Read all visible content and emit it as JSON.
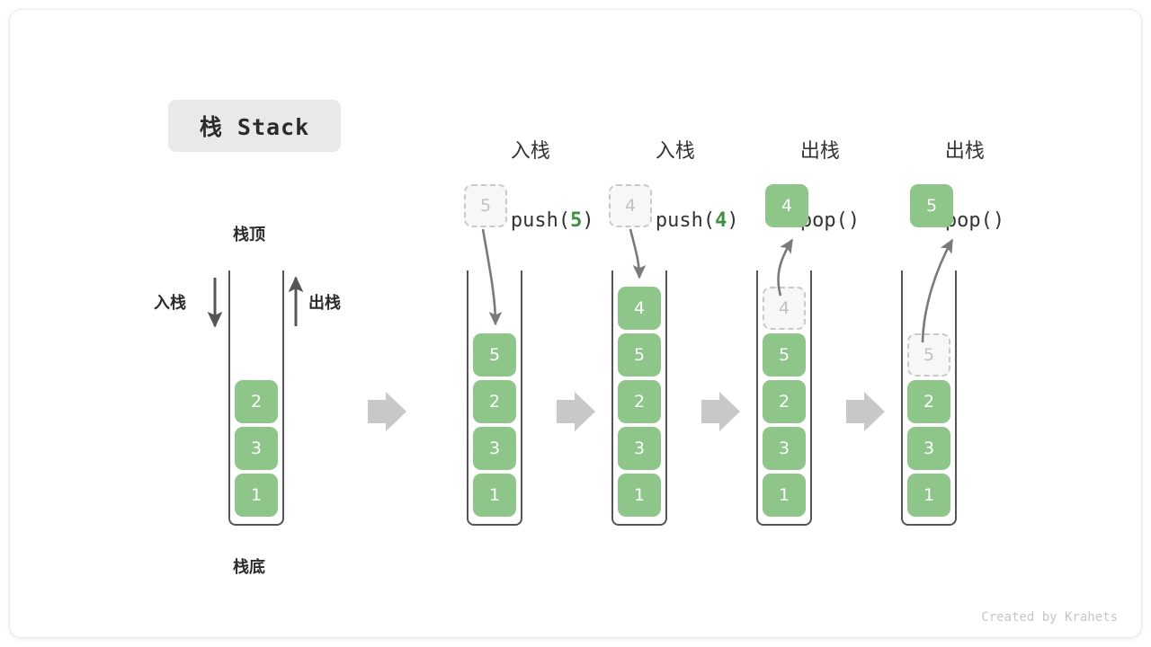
{
  "title_badge": "栈 Stack",
  "footer": "Created by Krahets",
  "colors": {
    "cell_fill": "#8ec68a",
    "cell_text": "#ffffff",
    "ghost_fill": "#f7f7f7",
    "ghost_border": "#c9c9c9",
    "ghost_text": "#c2c2c2",
    "accent_number": "#3e8e41",
    "arrow_gray": "#7a7a7a",
    "block_arrow": "#c8c8c8",
    "badge_bg": "#e9e9e9",
    "wall": "#555555"
  },
  "base_stack": {
    "top_label": "栈顶",
    "bottom_label": "栈底",
    "push_label": "入栈",
    "pop_label": "出栈",
    "cells": [
      "2",
      "3",
      "1"
    ]
  },
  "steps": [
    {
      "op_cjk": "入栈",
      "op_code_prefix": "push(",
      "op_code_arg": "5",
      "op_code_suffix": ")",
      "float_cell": {
        "value": "5",
        "style": "ghost"
      },
      "cells": [
        "5",
        "2",
        "3",
        "1"
      ],
      "arrow": "push"
    },
    {
      "op_cjk": "入栈",
      "op_code_prefix": "push(",
      "op_code_arg": "4",
      "op_code_suffix": ")",
      "float_cell": {
        "value": "4",
        "style": "ghost"
      },
      "cells": [
        "4",
        "5",
        "2",
        "3",
        "1"
      ],
      "arrow": "push"
    },
    {
      "op_cjk": "出栈",
      "op_code_prefix": "pop(",
      "op_code_arg": "",
      "op_code_suffix": ")",
      "float_cell": {
        "value": "4",
        "style": "solid"
      },
      "cells": [
        "4",
        "5",
        "2",
        "3",
        "1"
      ],
      "ghost_index": 0,
      "arrow": "pop"
    },
    {
      "op_cjk": "出栈",
      "op_code_prefix": "pop(",
      "op_code_arg": "",
      "op_code_suffix": ")",
      "float_cell": {
        "value": "5",
        "style": "solid"
      },
      "cells": [
        "5",
        "2",
        "3",
        "1"
      ],
      "ghost_index": 0,
      "arrow": "pop"
    }
  ]
}
